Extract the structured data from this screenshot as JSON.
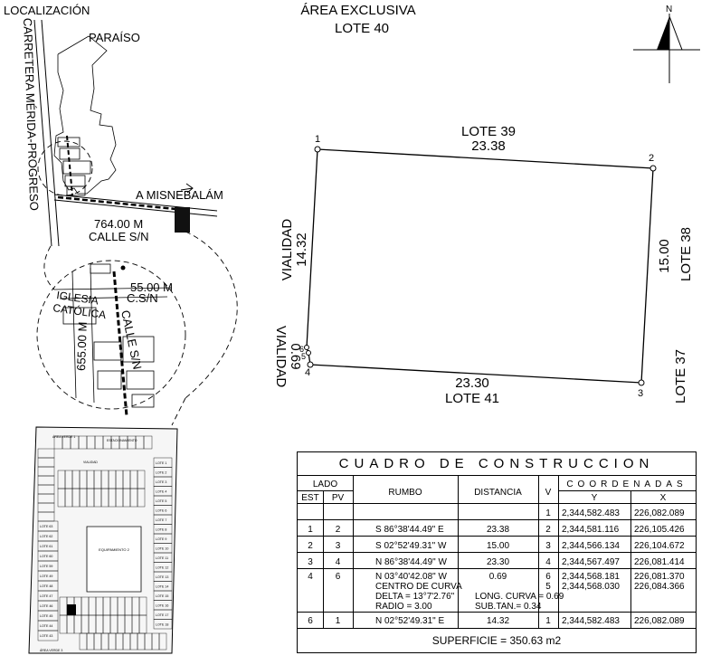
{
  "title": {
    "line1": "ÁREA EXCLUSIVA",
    "line2": "LOTE 40"
  },
  "north_label": "N",
  "location_map": {
    "heading": "LOCALIZACIÓN",
    "highway": "CARRETERA MÉRIDA-PROGRESO",
    "paraiso": "PARAÍSO",
    "misnebalam": "A MISNEBALÁM",
    "dist_764": "764.00 M",
    "calle_sn_1": "CALLE S/N",
    "dist_55": "55.00 M",
    "cs_n": "C.S/N",
    "iglesia_1": "IGLESIA",
    "iglesia_2": "CATÓLICA",
    "dist_655": "655.00 M",
    "calle_sn_2": "CALLE S/N"
  },
  "plan_labels": {
    "vialidad": "VIALIDAD",
    "estacionamiento": "ESTACIONAMIENTO",
    "equipamiento": "EQUIPAMIENTO 2",
    "area_verde_1": "ÁREA VERDE 1",
    "area_verde_2": "ÁREA VERDE 3",
    "lote_right": [
      "LOTE 1",
      "LOTE 2",
      "LOTE 3",
      "LOTE 4",
      "LOTE 5",
      "LOTE 6",
      "LOTE 7",
      "LOTE 8",
      "LOTE 9",
      "LOTE 10",
      "LOTE 11",
      "LOTE 12",
      "LOTE 13",
      "LOTE 14",
      "LOTE 15",
      "LOTE 16",
      "LOTE 17",
      "LOTE 18"
    ],
    "lote_left": [
      "LOTE 63",
      "LOTE 62",
      "LOTE 61",
      "LOTE 60",
      "LOTE 59",
      "LOTE 49",
      "LOTE 48",
      "LOTE 47",
      "LOTE 46",
      "LOTE 45",
      "LOTE 44",
      "LOTE 43"
    ]
  },
  "lot_drawing": {
    "vertex_labels": [
      "1",
      "2",
      "3",
      "4",
      "5",
      "6"
    ],
    "north_side": {
      "name": "LOTE 39",
      "length": "23.38"
    },
    "east_side": {
      "name": "LOTE 38",
      "length": "15.00"
    },
    "south_side": {
      "name": "LOTE 41",
      "length": "23.30"
    },
    "west_side": {
      "name": "VIALIDAD",
      "length": "14.32"
    },
    "curve_side": {
      "name": "VIALIDAD",
      "length": "0.69"
    },
    "corner_label": "LOTE 37"
  },
  "table": {
    "title": "CUADRO DE CONSTRUCCION",
    "head": {
      "lado": "LADO",
      "est": "EST",
      "pv": "PV",
      "rumbo": "RUMBO",
      "distancia": "DISTANCIA",
      "v": "V",
      "coordenadas": "COORDENADAS",
      "y": "Y",
      "x": "X"
    },
    "first_row": {
      "v": "1",
      "y": "2,344,582.483",
      "x": "226,082.089"
    },
    "rows": [
      {
        "est": "1",
        "pv": "2",
        "rumbo": "S 86°38'44.49\" E",
        "distancia": "23.38",
        "v": "2",
        "y": "2,344,581.116",
        "x": "226,105.426"
      },
      {
        "est": "2",
        "pv": "3",
        "rumbo": "S 02°52'49.31\" W",
        "distancia": "15.00",
        "v": "3",
        "y": "2,344,566.134",
        "x": "226,104.672"
      },
      {
        "est": "3",
        "pv": "4",
        "rumbo": "N 86°38'44.49\" W",
        "distancia": "23.30",
        "v": "4",
        "y": "2,344,567.497",
        "x": "226,081.414"
      },
      {
        "est": "4",
        "pv": "6",
        "rumbo": "N 03°40'42.08\" W",
        "distancia": "0.69",
        "v": "6",
        "y": "2,344,568.181",
        "x": "226,081.370"
      },
      {
        "est": "6",
        "pv": "1",
        "rumbo": "N 02°52'49.31\" E",
        "distancia": "14.32",
        "v": "1",
        "y": "2,344,582.483",
        "x": "226,082.089"
      }
    ],
    "curve": {
      "centro": "CENTRO DE CURVA",
      "delta": "DELTA = 13°7'2.76\"",
      "radio": "RADIO = 3.00",
      "long_curva": "LONG. CURVA = 0.69",
      "sub_tan": "SUB.TAN.= 0.34",
      "v": "5",
      "y": "2,344,568.030",
      "x": "226,084.366"
    },
    "superficie": "SUPERFICIE = 350.63 m2"
  }
}
